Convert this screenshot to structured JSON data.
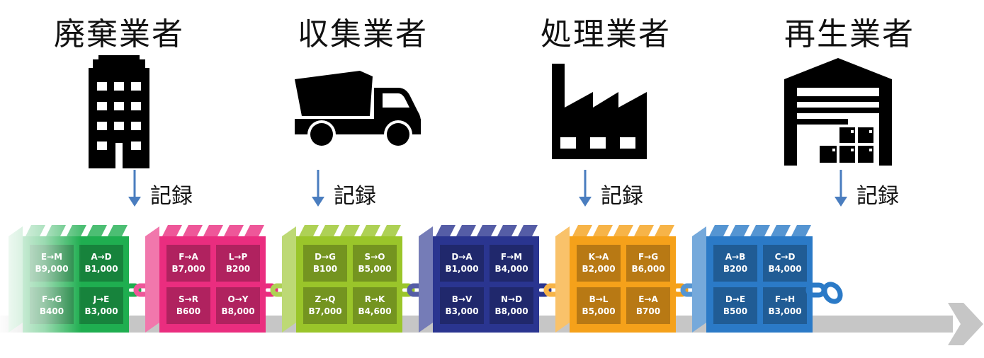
{
  "actors": [
    {
      "title": "廃棄業者",
      "icon": "office-building-icon",
      "record": "記録"
    },
    {
      "title": "収集業者",
      "icon": "dump-truck-icon",
      "record": "記録"
    },
    {
      "title": "処理業者",
      "icon": "factory-icon",
      "record": "記録"
    },
    {
      "title": "再生業者",
      "icon": "warehouse-icon",
      "record": "記録"
    }
  ],
  "blocks": [
    {
      "color": "#b64fc8",
      "tx": [
        [
          "E→M",
          "B9,000"
        ],
        [
          "A→D",
          "B1,000"
        ],
        [
          "F→G",
          "B400"
        ],
        [
          "J→E",
          "B3,000"
        ]
      ]
    },
    {
      "color": "#1fae50",
      "tx": [
        [
          "E→M",
          "B9,000"
        ],
        [
          "A→D",
          "B1,000"
        ],
        [
          "F→G",
          "B400"
        ],
        [
          "J→E",
          "B3,000"
        ]
      ]
    },
    {
      "color": "#ea2d7f",
      "tx": [
        [
          "F→A",
          "B7,000"
        ],
        [
          "L→P",
          "B200"
        ],
        [
          "S→R",
          "B600"
        ],
        [
          "O→Y",
          "B8,000"
        ]
      ]
    },
    {
      "color": "#9ac52a",
      "tx": [
        [
          "D→G",
          "B100"
        ],
        [
          "S→O",
          "B5,000"
        ],
        [
          "Z→Q",
          "B7,000"
        ],
        [
          "R→K",
          "B4,600"
        ]
      ]
    },
    {
      "color": "#2a3590",
      "tx": [
        [
          "D→A",
          "B1,000"
        ],
        [
          "F→M",
          "B4,000"
        ],
        [
          "B→V",
          "B3,000"
        ],
        [
          "N→D",
          "B8,000"
        ]
      ]
    },
    {
      "color": "#f5a11a",
      "tx": [
        [
          "K→A",
          "B2,000"
        ],
        [
          "F→G",
          "B6,000"
        ],
        [
          "B→L",
          "B5,000"
        ],
        [
          "E→A",
          "B700"
        ]
      ]
    },
    {
      "color": "#2b7ac7",
      "tx": [
        [
          "A→B",
          "B200"
        ],
        [
          "C→D",
          "B4,000"
        ],
        [
          "D→E",
          "B500"
        ],
        [
          "F→H",
          "B3,000"
        ]
      ]
    }
  ],
  "colors": {
    "arrow": "#4a7dbf",
    "timeline": "#c6c6c6",
    "panel_text": "#ffffff"
  }
}
